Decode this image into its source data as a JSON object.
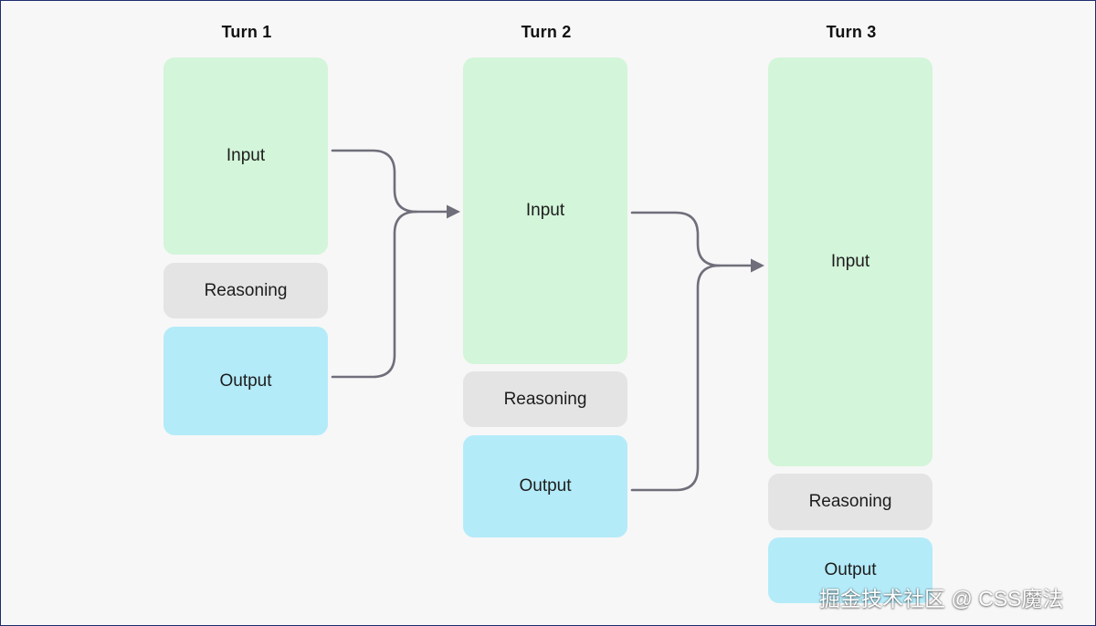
{
  "turns": [
    {
      "title": "Turn 1",
      "input": "Input",
      "reasoning": "Reasoning",
      "output": "Output"
    },
    {
      "title": "Turn 2",
      "input": "Input",
      "reasoning": "Reasoning",
      "output": "Output"
    },
    {
      "title": "Turn 3",
      "input": "Input",
      "reasoning": "Reasoning",
      "output": "Output"
    }
  ],
  "watermark": "掘金技术社区 @ CSS魔法",
  "colors": {
    "input": "#d3f5d9",
    "reasoning": "#e4e4e4",
    "output": "#b4ebf9",
    "arrow": "#6f6e7a",
    "background": "#f7f7f7"
  }
}
